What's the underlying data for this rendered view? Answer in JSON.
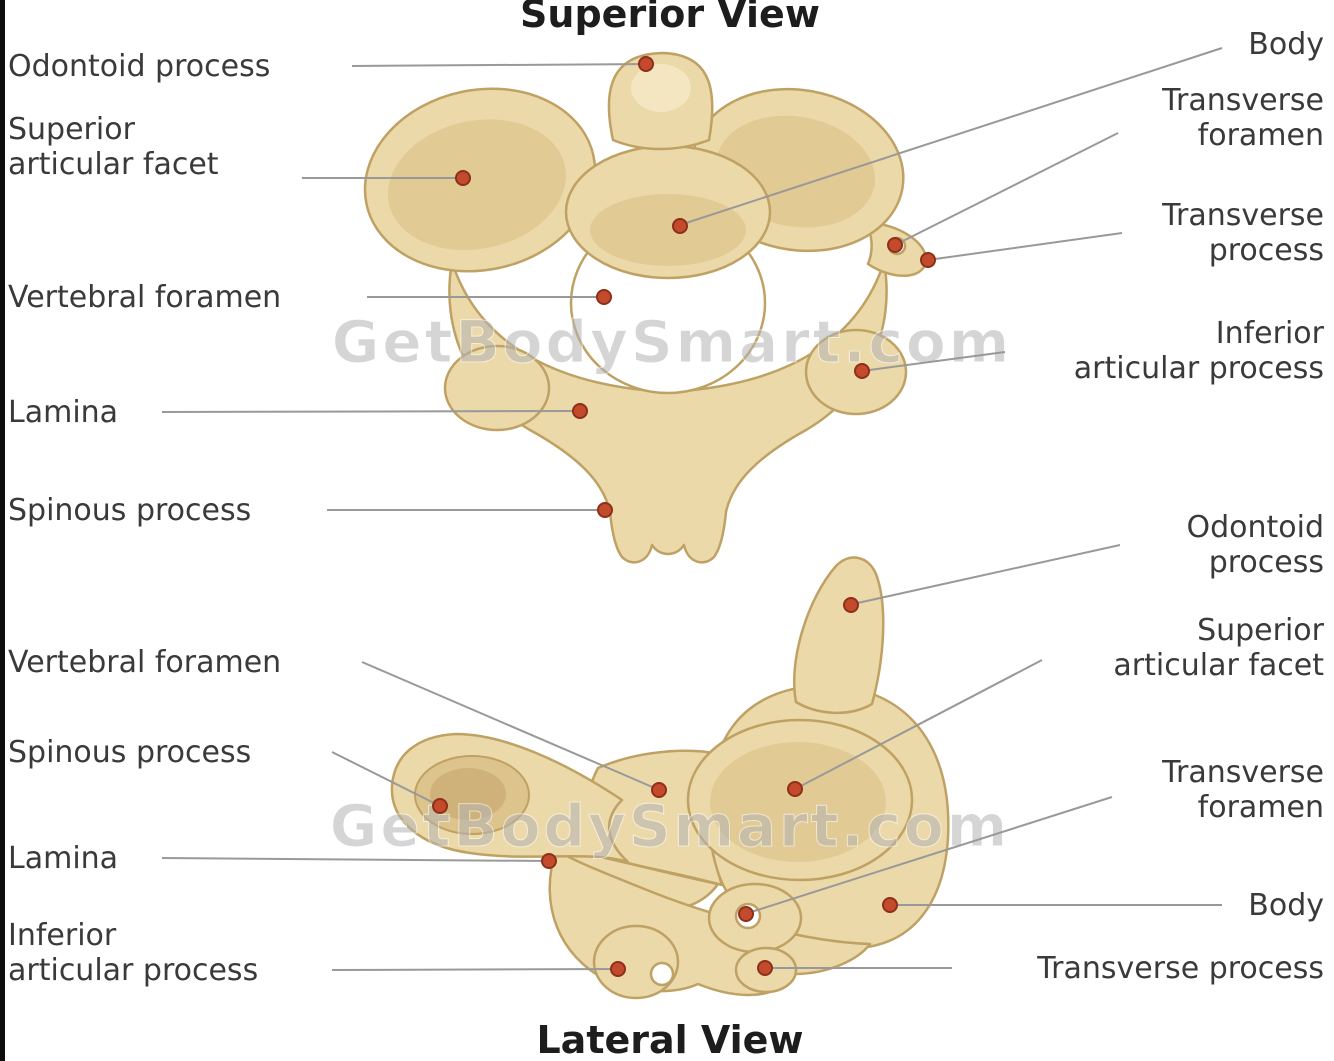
{
  "page": {
    "watermark": "GetBodySmart.com"
  },
  "titles": {
    "superior": "Superior View",
    "lateral": "Lateral View"
  },
  "superior_labels": {
    "odontoid_process": "Odontoid process",
    "superior_articular_facet": "Superior\narticular facet",
    "vertebral_foramen": "Vertebral foramen",
    "lamina": "Lamina",
    "spinous_process": "Spinous process",
    "body": "Body",
    "transverse_foramen": "Transverse\nforamen",
    "transverse_process": "Transverse\nprocess",
    "inferior_articular_process": "Inferior\narticular process"
  },
  "lateral_labels": {
    "vertebral_foramen": "Vertebral foramen",
    "spinous_process": "Spinous process",
    "lamina": "Lamina",
    "inferior_articular_process": "Inferior\narticular process",
    "odontoid_process": "Odontoid\nprocess",
    "superior_articular_facet": "Superior\narticular facet",
    "transverse_foramen": "Transverse\nforamen",
    "body": "Body",
    "transverse_process": "Transverse process"
  },
  "colors": {
    "bone": "#ecd9a9",
    "bone_shade": "#ddc48d",
    "bone_deep": "#cdb077",
    "bone_highlight": "#f5e8c4",
    "bone_outline": "#bfa164",
    "marker": "#c44a2c",
    "marker_outline": "#8c2f1b",
    "leader_line": "#999999",
    "label_text": "#3a3a3a",
    "title_text": "#1d1d1d",
    "watermark": "#b4b4b4"
  }
}
